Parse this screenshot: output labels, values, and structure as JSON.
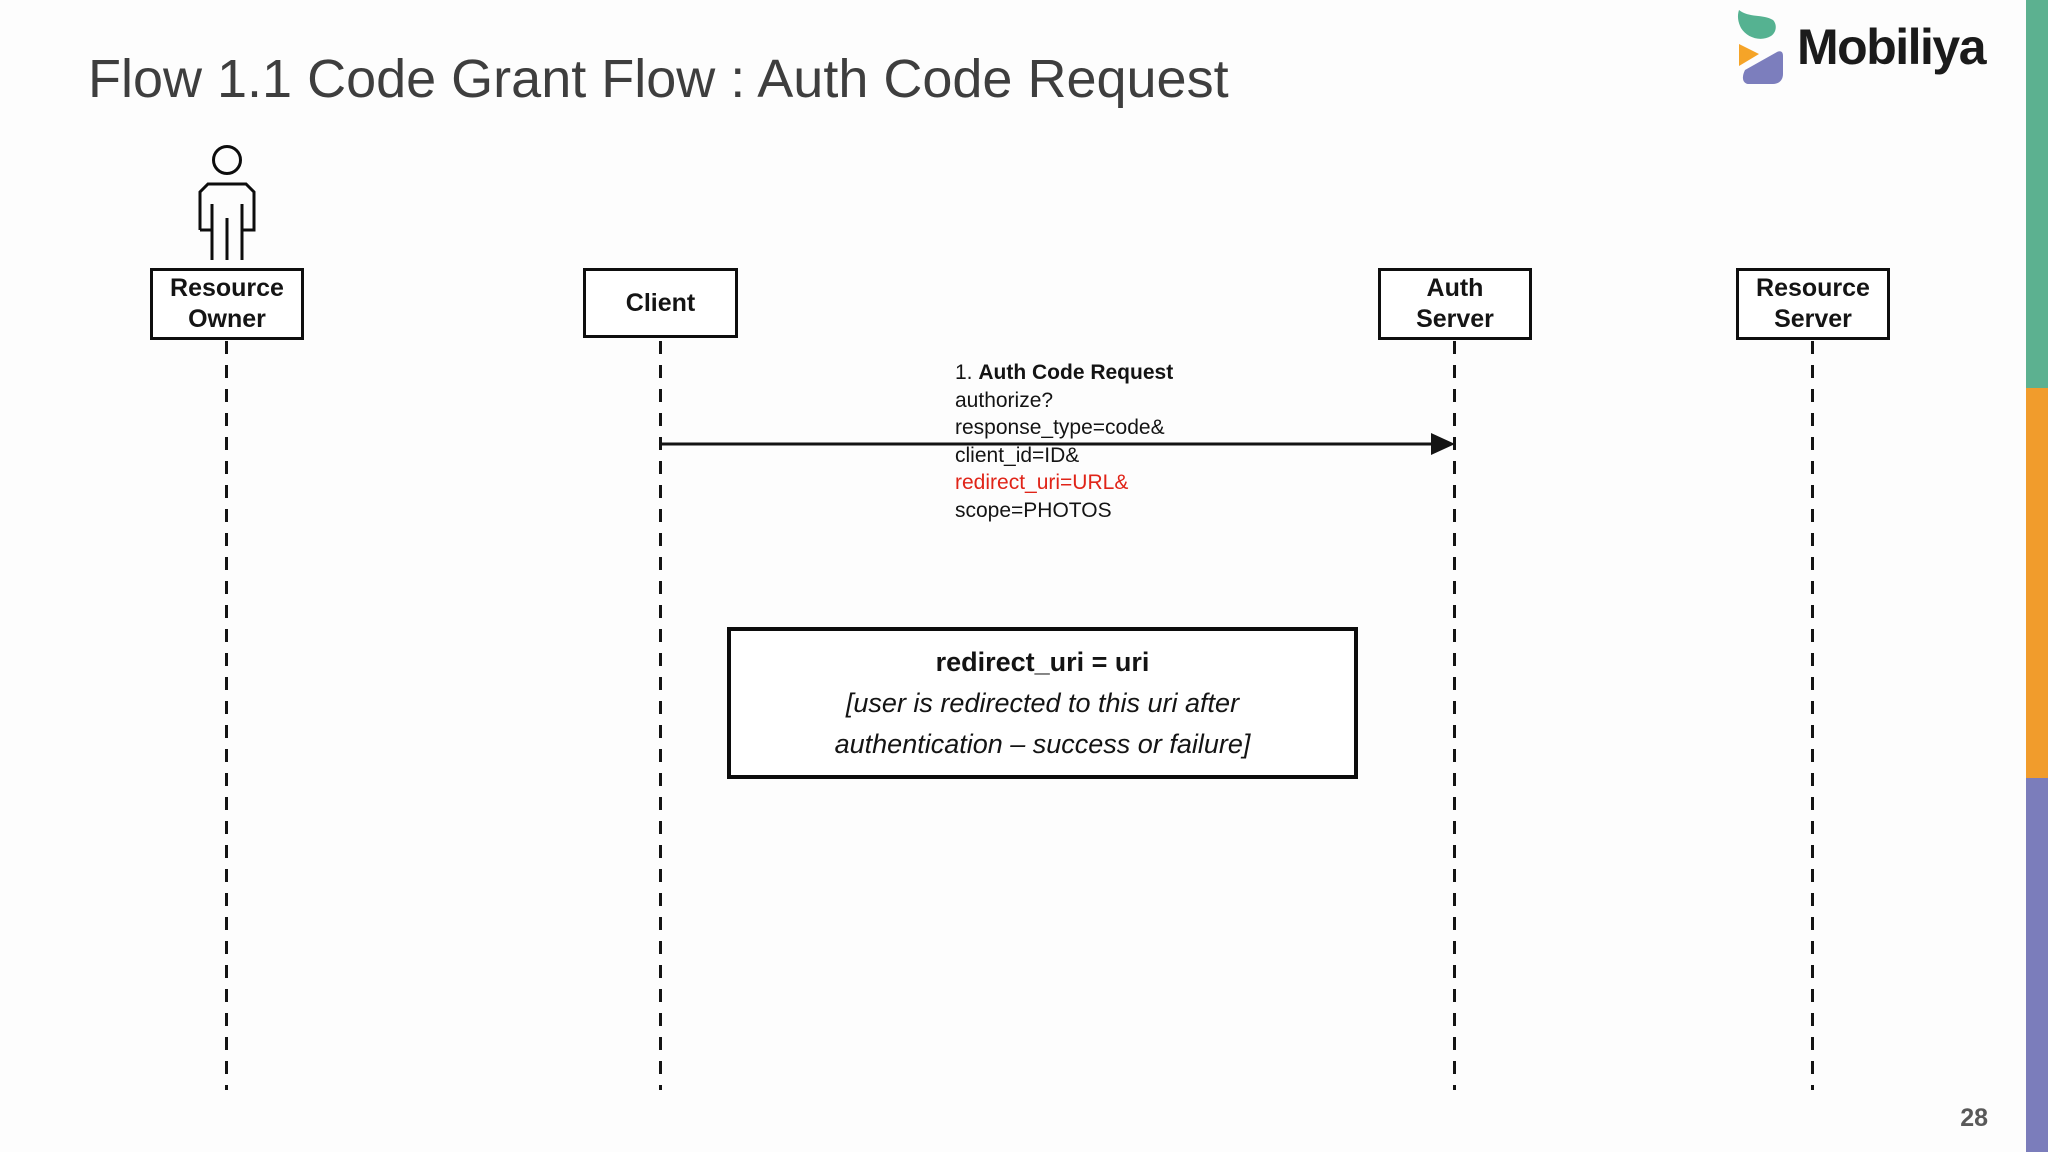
{
  "slide": {
    "title": "Flow 1.1 Code Grant Flow : Auth Code Request",
    "page_number": "28",
    "background": "#FDFDFD"
  },
  "logo": {
    "wordmark": "Mobiliya",
    "mark_colors": {
      "teal": "#55B291",
      "yellow": "#F5A428",
      "purple": "#7C7EBD"
    },
    "text_color": "#1B1B1B"
  },
  "accent_bar": {
    "teal": {
      "color": "#5CB190",
      "style": "background:#5CB190"
    },
    "orange": {
      "color": "#F19C2C",
      "style": "background:#F19C2C"
    },
    "purple": {
      "color": "#7B7DBB",
      "style": "background:#7B7DBB"
    }
  },
  "diagram": {
    "actors": [
      {
        "label": "Resource\nOwner"
      },
      {
        "label": "Client"
      },
      {
        "label": "Auth\nServer"
      },
      {
        "label": "Resource\nServer"
      }
    ],
    "message": {
      "prefix": "1. ",
      "title": "Auth Code Request",
      "from": "Client",
      "to": "Auth Server",
      "lines": {
        "l1": "authorize?",
        "l2": "response_type=code&",
        "l3": "client_id=ID&",
        "l4": "redirect_uri=URL&",
        "l5": "scope=PHOTOS"
      },
      "highlight_color": "#E02418",
      "highlight_style": "color:#E02418"
    },
    "note": {
      "title": "redirect_uri = uri",
      "body1": "[user is redirected to this uri after",
      "body2": "authentication – success or failure]"
    }
  }
}
